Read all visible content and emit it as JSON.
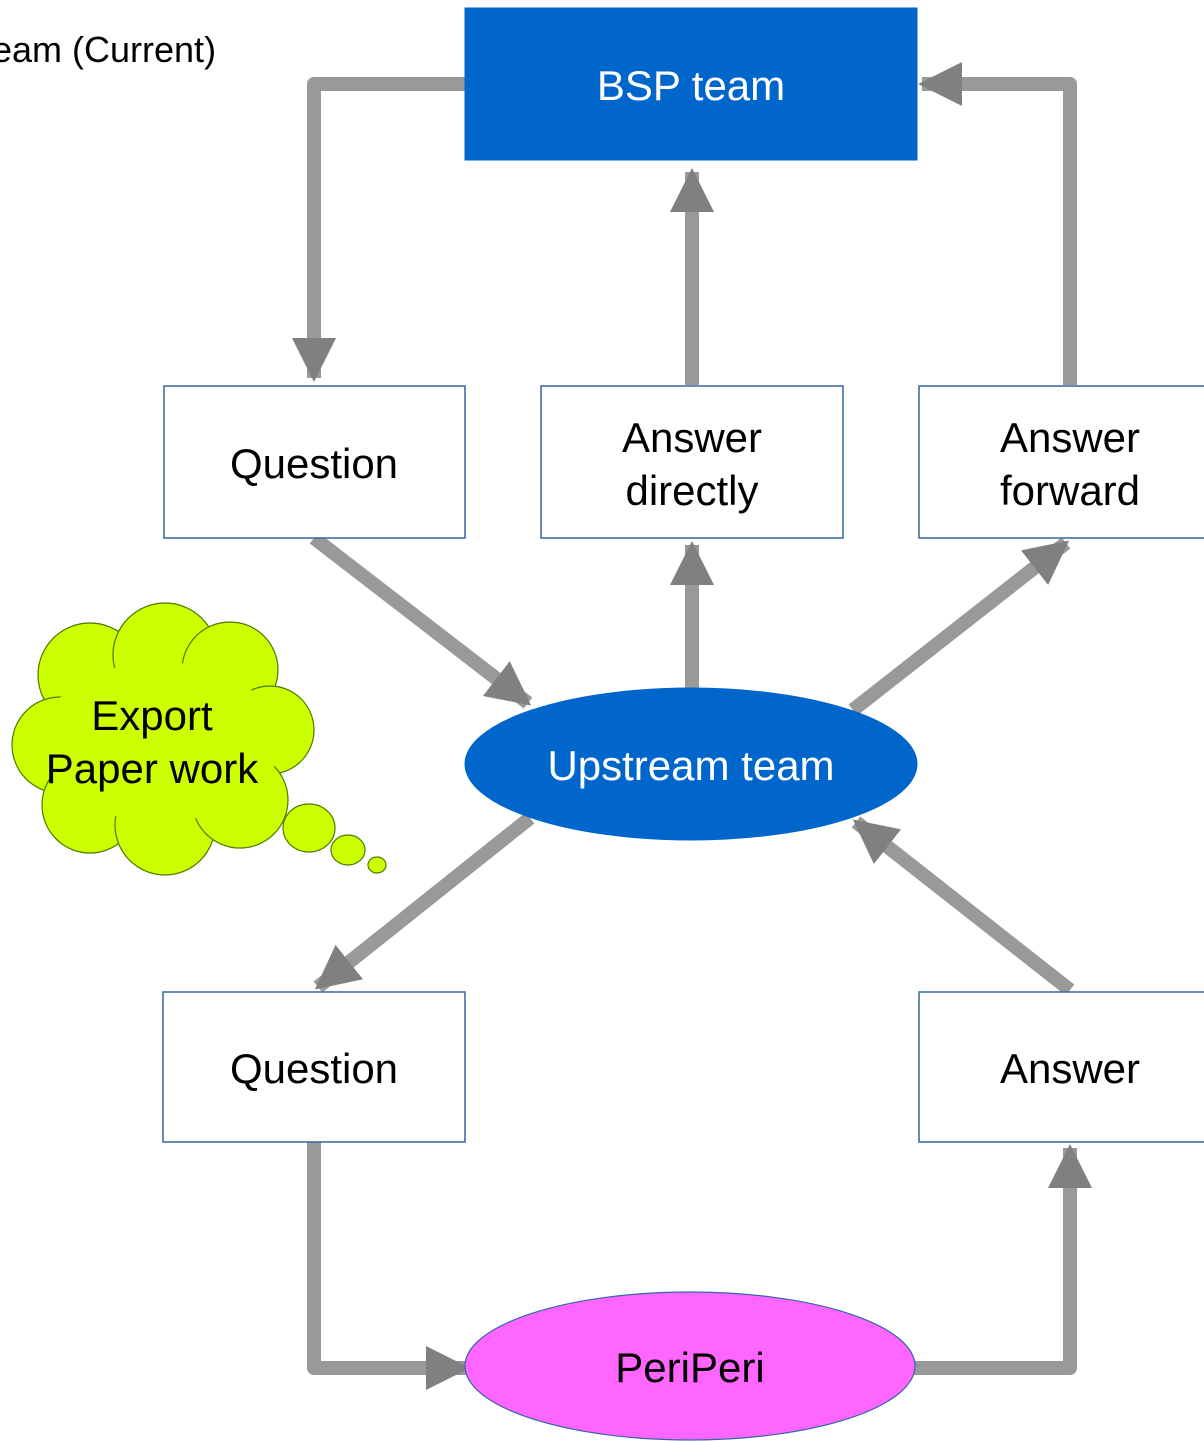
{
  "title": "eam (Current)",
  "nodes": {
    "bsp_team": {
      "label": "BSP team",
      "color": "#0066cc"
    },
    "question_top": {
      "label": "Question"
    },
    "answer_directly": {
      "line1": "Answer",
      "line2": "directly"
    },
    "answer_forward": {
      "line1": "Answer",
      "line2": "forward"
    },
    "upstream_team": {
      "label": "Upstream team",
      "color": "#0066cc"
    },
    "question_bottom": {
      "label": "Question"
    },
    "answer_bottom": {
      "label": "Answer"
    },
    "periperi": {
      "label": "PeriPeri",
      "color": "#ff66ff"
    }
  },
  "thought_cloud": {
    "line1": "Export",
    "line2": "Paper work",
    "color": "#ccff00"
  },
  "colors": {
    "arrow": "#999999",
    "box_border": "#3465a4",
    "cloud_border": "#4a7a00"
  }
}
